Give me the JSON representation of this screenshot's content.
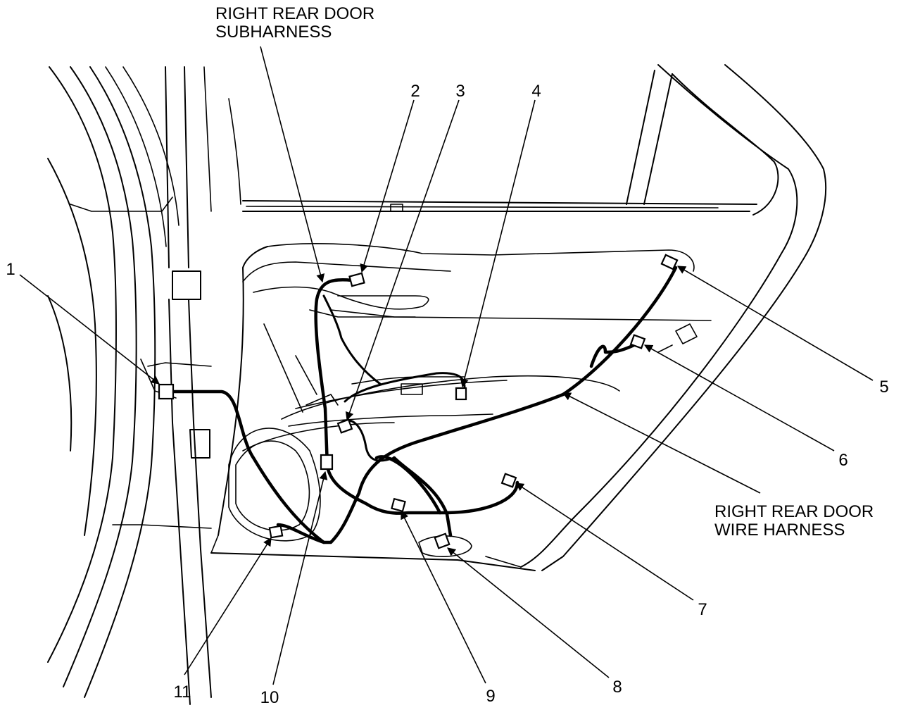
{
  "labels": {
    "subharness_line1": "RIGHT REAR DOOR",
    "subharness_line2": "SUBHARNESS",
    "wire_harness_line1": "RIGHT REAR DOOR",
    "wire_harness_line2": "WIRE HARNESS"
  },
  "callouts": {
    "c1": "1",
    "c2": "2",
    "c3": "3",
    "c4": "4",
    "c5": "5",
    "c6": "6",
    "c7": "7",
    "c8": "8",
    "c9": "9",
    "c10": "10",
    "c11": "11"
  }
}
